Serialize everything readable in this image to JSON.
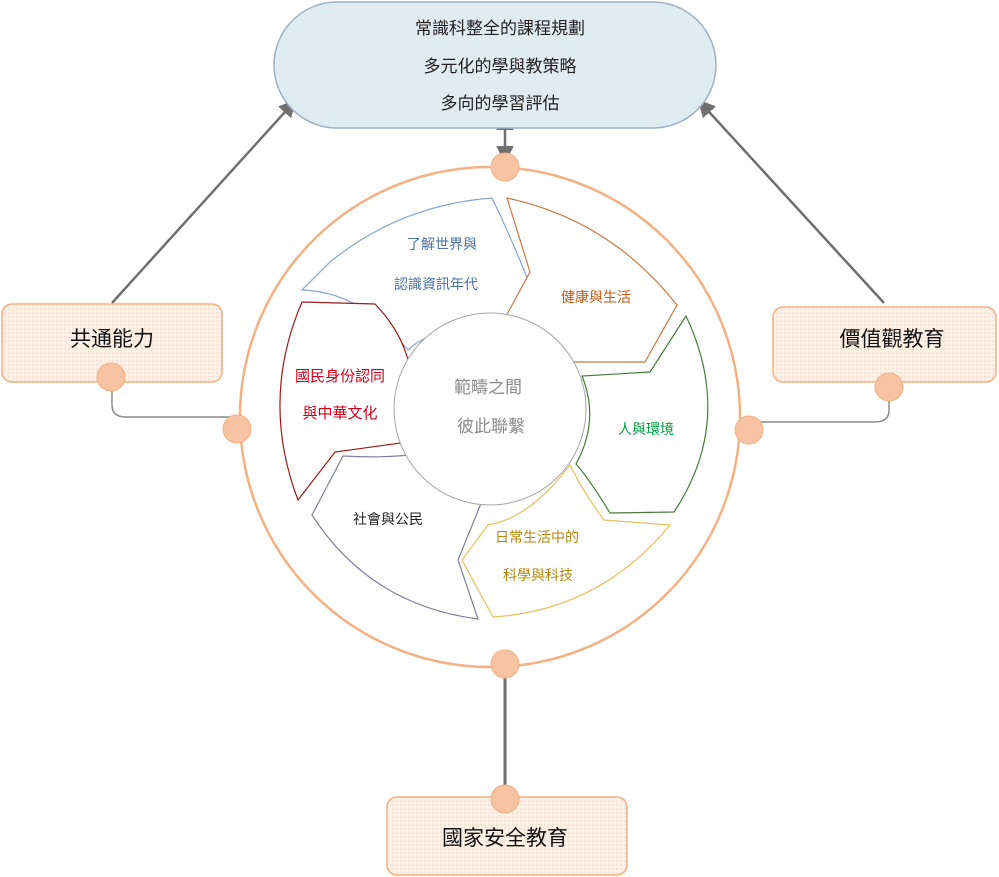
{
  "top_box": {
    "lines": [
      "常識科整全的課程規劃",
      "多元化的學與教策略",
      "多向的學習評估"
    ]
  },
  "left_box": {
    "label": "共通能力"
  },
  "right_box": {
    "label": "價值觀教育"
  },
  "bottom_box": {
    "label": "國家安全教育"
  },
  "center": {
    "lines": [
      "範疇之間",
      "彼此聯繫"
    ]
  },
  "segments": [
    {
      "id": "world",
      "lines": [
        "了解世界與",
        "認識資訊年代"
      ],
      "color": "#4a6fa5",
      "stroke": "#8aa6cc"
    },
    {
      "id": "health",
      "lines": [
        "健康與生活"
      ],
      "color": "#c55a11",
      "stroke": "#c77b45"
    },
    {
      "id": "env",
      "lines": [
        "人與環境"
      ],
      "color": "#00a040",
      "stroke": "#4a7a3a"
    },
    {
      "id": "science",
      "lines": [
        "日常生活中的",
        "科學與科技"
      ],
      "color": "#b8860b",
      "stroke": "#e0c35a"
    },
    {
      "id": "society",
      "lines": [
        "社會與公民"
      ],
      "color": "#222222",
      "stroke": "#7f7f9f"
    },
    {
      "id": "identity",
      "lines": [
        "國民身份認同",
        "與中華文化"
      ],
      "color": "#d0021b",
      "stroke": "#9b1c1c"
    }
  ],
  "colors": {
    "node_fill": "#f7c3a3",
    "ring": "#f4b183",
    "box_fill": "#fde9dc",
    "box_stroke": "#f4b183",
    "top_fill": "#e1ebf2",
    "top_stroke": "#9db2c6",
    "connector": "#7f7f7f"
  }
}
